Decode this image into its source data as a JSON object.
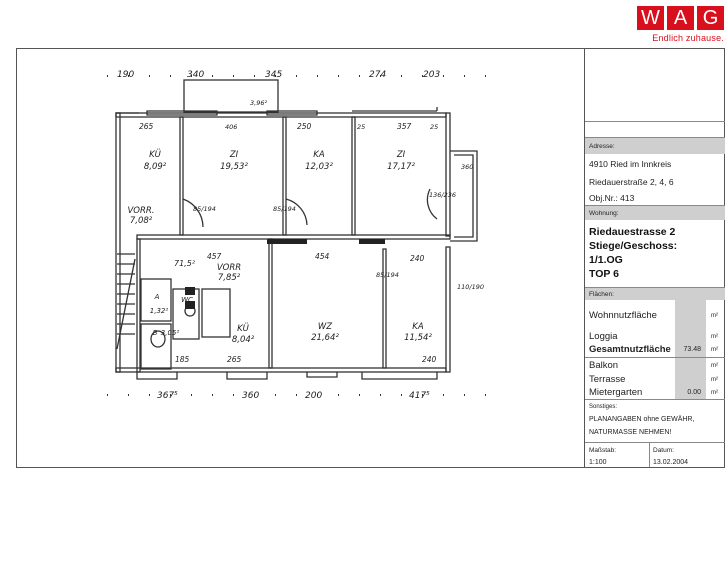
{
  "logo": {
    "letters": [
      "W",
      "A",
      "G"
    ],
    "slogan": "Endlich zuhause."
  },
  "plan": {
    "top_dims": [
      "190",
      "340",
      "345",
      "274",
      "203"
    ],
    "bottom_dims": [
      "367⁵",
      "360",
      "200",
      "417⁵"
    ],
    "rooms": [
      {
        "name": "KÜ",
        "area": "8,09²"
      },
      {
        "name": "ZI",
        "area": "19,53²"
      },
      {
        "name": "KA",
        "area": "12,03²"
      },
      {
        "name": "ZI",
        "area": "17,17²"
      },
      {
        "name": "VORR.",
        "area": "7,08²"
      },
      {
        "name": "VORR",
        "area": "7,85²"
      },
      {
        "name": "KÜ",
        "area": "8,04²"
      },
      {
        "name": "WZ",
        "area": "21,64²"
      },
      {
        "name": "KA",
        "area": "11,54²"
      },
      {
        "name": "A",
        "area": "1,32²"
      },
      {
        "name": "WC",
        "area": ""
      },
      {
        "name": "B",
        "area": "3,05²"
      }
    ],
    "misc": [
      "265",
      "250",
      "357",
      "454",
      "240",
      "240",
      "265",
      "457",
      "185",
      "71,5²",
      "85/194",
      "85/194",
      "85/194",
      "3,96²",
      "406",
      "25",
      "25",
      "110/190",
      "136/236",
      "360"
    ]
  },
  "panel": {
    "address_header": "Adresse:",
    "address_lines": [
      "4910 Ried im Innkreis",
      "Riedauerstraße 2, 4, 6",
      "Obj.Nr.: 413"
    ],
    "apartment_header": "Wohnung:",
    "apartment_lines": [
      "Riedauestrasse 2",
      "Stiege/Geschoss:",
      "1/1.OG",
      "TOP 6"
    ],
    "areas_header": "Flächen:",
    "areas": [
      {
        "label": "Wohnnutzfläche",
        "value": "",
        "unit": "m²"
      },
      {
        "label": "Loggia",
        "value": "",
        "unit": "m²"
      },
      {
        "label": "Gesamtnutzfläche",
        "value": "73.48",
        "unit": "m²"
      },
      {
        "label": "Balkon",
        "value": "",
        "unit": "m²"
      },
      {
        "label": "Terrasse",
        "value": "",
        "unit": "m²"
      },
      {
        "label": "Mietergarten",
        "value": "0.00",
        "unit": "m²"
      }
    ],
    "other_header": "Sonstiges:",
    "other_lines": [
      "PLANANGABEN ohne GEWÄHR,",
      "NATURMASSE NEHMEN!"
    ],
    "scale_label": "Maßstab:",
    "scale_value": "1:100",
    "date_label": "Datum:",
    "date_value": "13.02.2004"
  }
}
